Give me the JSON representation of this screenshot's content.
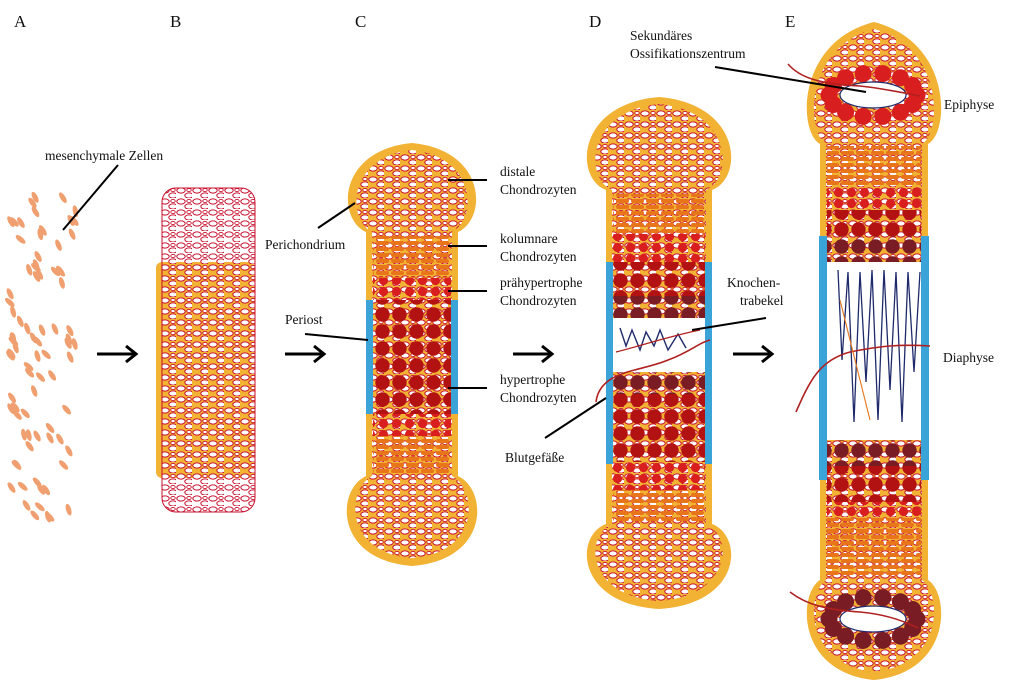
{
  "panels": [
    "A",
    "B",
    "C",
    "D",
    "E"
  ],
  "labels": {
    "mesenchymal": "mesenchymale Zellen",
    "perichondrium": "Perichondrium",
    "periost": "Periost",
    "distal_1": "distale",
    "distal_2": "Chondrozyten",
    "kolumnar_1": "kolumnare",
    "kolumnar_2": "Chondrozyten",
    "praehyper_1": "prähypertrophe",
    "praehyper_2": "Chondrozyten",
    "hyper_1": "hypertrophe",
    "hyper_2": "Chondrozyten",
    "blutgefaesse": "Blutgefäße",
    "knochen_1": "Knochen-",
    "knochen_2": "trabekel",
    "sekundaer_1": "Sekundäres",
    "sekundaer_2": "Ossifikationszentrum",
    "epiphyse": "Epiphyse",
    "diaphyse": "Diaphyse"
  },
  "colors": {
    "cartilage_outline": "#c8102e",
    "perichondrium": "#f2b233",
    "periost": "#3aa3d8",
    "columnar": "#e8751a",
    "prehypertrophic": "#d81e1e",
    "hypertrophic": "#b31212",
    "dark_hypertrophic": "#7a1c24",
    "mesenchymal": "#f0a070",
    "vessel": "#b02020",
    "trabecula": "#1f2a6b",
    "arrow": "#000000"
  }
}
